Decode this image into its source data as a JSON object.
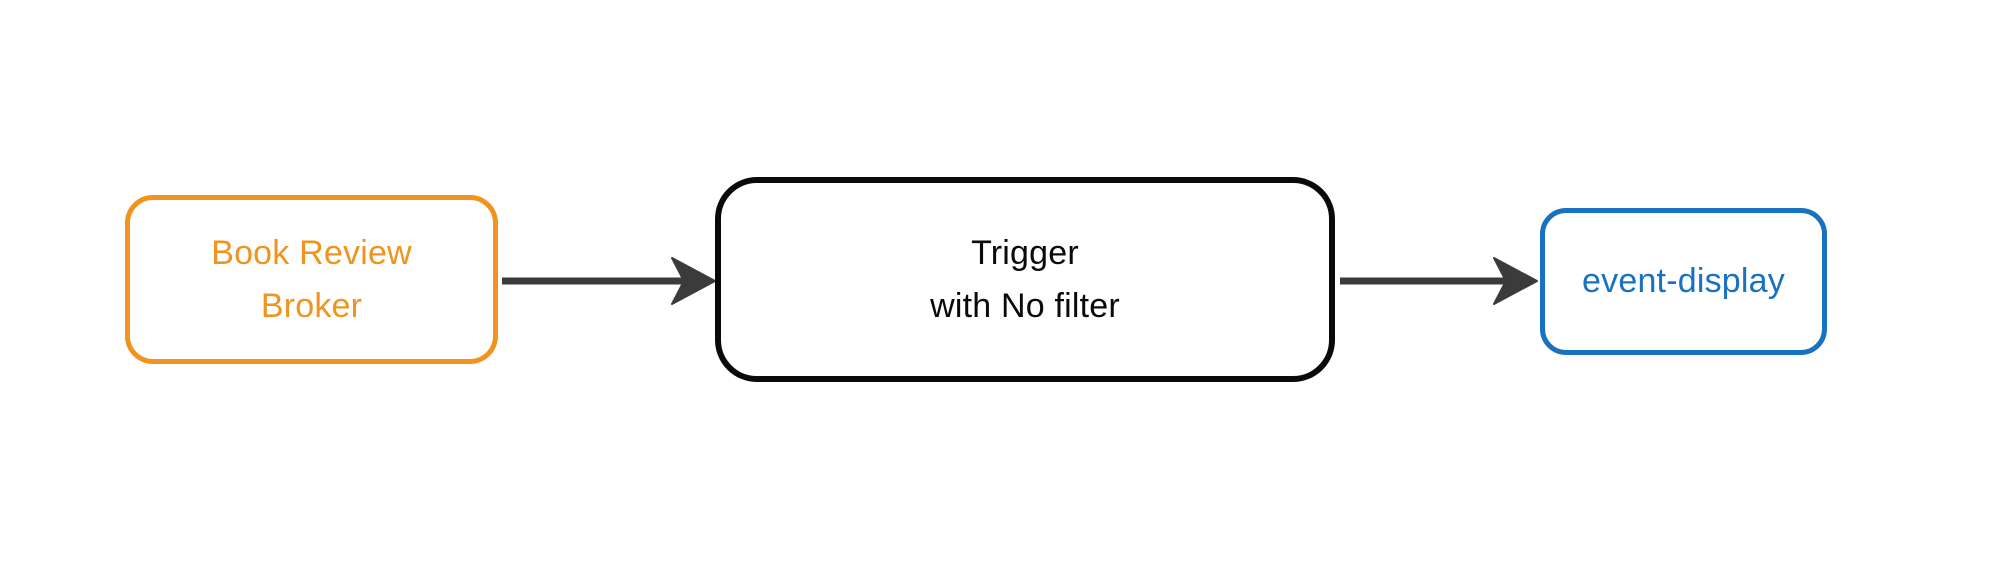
{
  "diagram": {
    "background_color": "#FFFFFF",
    "arrow_color": "#3B3B3B",
    "nodes": [
      {
        "id": "book-review-broker",
        "lines": [
          "Book Review",
          "Broker"
        ],
        "border_color": "#F0941F",
        "text_color": "#F0941F",
        "shape": "rounded-rectangle"
      },
      {
        "id": "trigger",
        "lines": [
          "Trigger",
          "with No filter"
        ],
        "border_color": "#0A0A0A",
        "text_color": "#0A0A0A",
        "shape": "rounded-rectangle"
      },
      {
        "id": "event-display",
        "lines": [
          "event-display"
        ],
        "border_color": "#1971C2",
        "text_color": "#1971C2",
        "shape": "rounded-rectangle"
      }
    ],
    "edges": [
      {
        "from": "book-review-broker",
        "to": "trigger",
        "style": "solid-arrow"
      },
      {
        "from": "trigger",
        "to": "event-display",
        "style": "solid-arrow"
      }
    ]
  }
}
